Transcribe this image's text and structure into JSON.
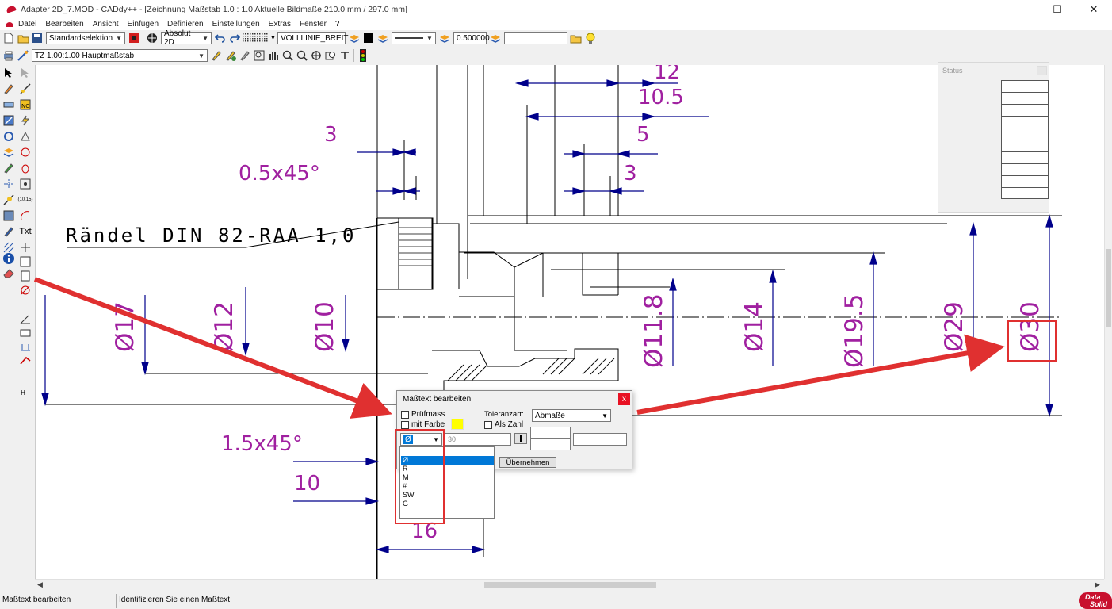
{
  "window": {
    "title": "Adapter 2D_7.MOD  -  CADdy++ - [Zeichnung   Maßstab 1.0 : 1.0   Aktuelle Bildmaße 210.0 mm / 297.0 mm]",
    "minimize": "—",
    "maximize": "☐",
    "close": "✕"
  },
  "menu": [
    "Datei",
    "Bearbeiten",
    "Ansicht",
    "Einfügen",
    "Definieren",
    "Einstellungen",
    "Extras",
    "Fenster",
    "?"
  ],
  "toolbar": {
    "selection_mode": "Standardselektion",
    "coord_mode": "Absolut 2D",
    "line_type": "VOLLLINIE_BREIT",
    "line_width": "0.500000",
    "layer_field": "",
    "scale_zone": "TZ 1.00:1.00 Hauptmaßstab"
  },
  "left_tools": {
    "coord_label": "(10,15)",
    "txt_label": "Txt"
  },
  "drawing": {
    "annotation": "Rändel DIN 82-RAA 1,0",
    "dims_h": [
      "12",
      "10.5",
      "3",
      "5",
      "0.5x45°",
      "3",
      "1.5x45°",
      "10",
      "16"
    ],
    "dims_v": [
      "Ø17",
      "Ø12",
      "Ø10",
      "Ø11.8",
      "Ø14",
      "Ø19.5",
      "Ø29",
      "Ø30"
    ]
  },
  "status_panel": {
    "title": "Status",
    "rows": 10
  },
  "dialog": {
    "title": "Maßtext bearbeiten",
    "close": "x",
    "pruefmass_label": "Prüfmass",
    "mit_farbe_label": "mit Farbe",
    "toleranzart_label": "Toleranzart:",
    "als_zahl_label": "Als Zahl",
    "toleranzart_value": "Abmaße",
    "prefix_value": "Ø",
    "value_field": "30",
    "tol_upper": "",
    "tol_lower": "",
    "tol_right": "",
    "apply_label": "Übernehmen",
    "prefix_options": [
      "Ø",
      "R",
      "M",
      "#",
      "SW",
      "G"
    ]
  },
  "statusbar": {
    "left": "Maßtext bearbeiten",
    "message": "Identifizieren Sie einen Maßtext."
  },
  "brand": {
    "text_line1": "Data",
    "text_line2": "Solid"
  },
  "colors": {
    "dimension": "#a020a0",
    "dimension_line": "#00008b",
    "highlight": "#e03030",
    "selection": "#0078d7"
  }
}
